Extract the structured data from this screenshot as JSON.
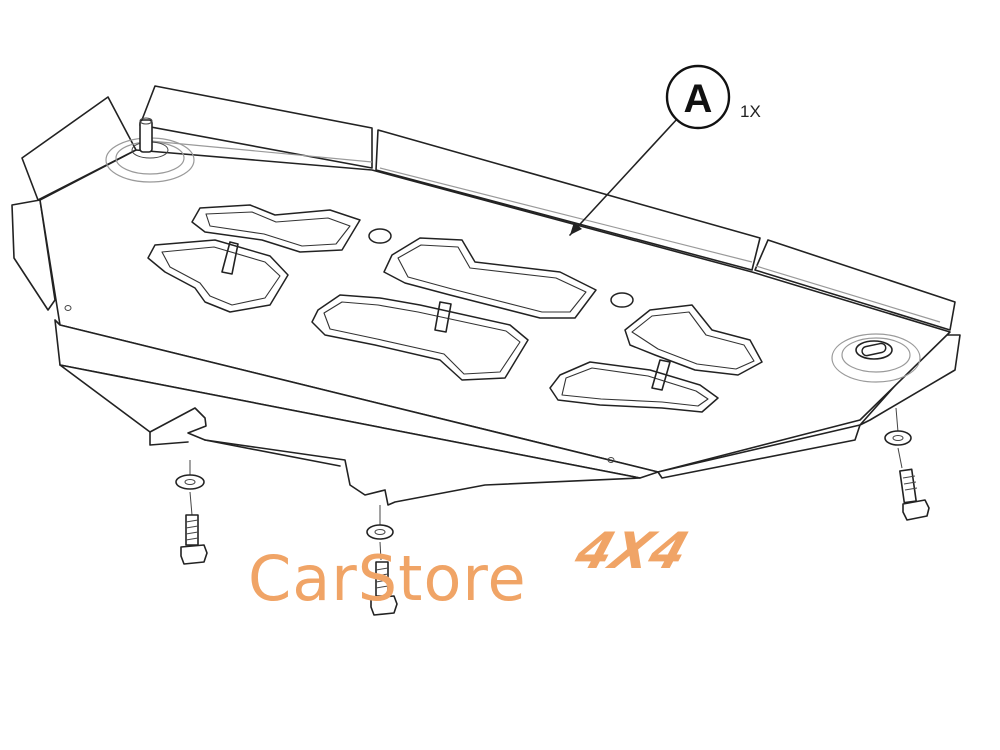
{
  "callout": {
    "part_letter": "A",
    "quantity": "1X"
  },
  "watermark": {
    "brand": "CarStore",
    "badge": "4X4",
    "color": "#f0a466"
  }
}
